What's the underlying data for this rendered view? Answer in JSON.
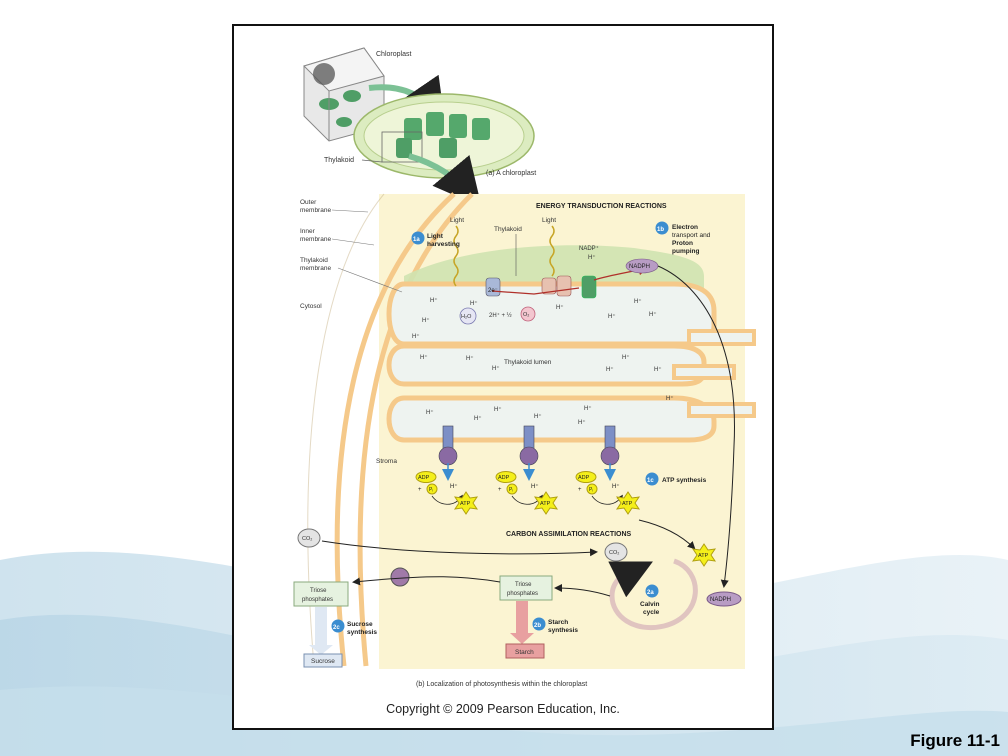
{
  "colors": {
    "stroma": "#fbf4d2",
    "membrane": "#f5c98a",
    "lumen": "#eef3f0",
    "arrow_green": "#7cc195",
    "badge_blue": "#3b8dd0",
    "starch_pink": "#e8a0a0",
    "atp_yellow": "#f4ef1a",
    "nadph_purple": "#b89cc4"
  },
  "labels": {
    "chloroplast": "Chloroplast",
    "thylakoid": "Thylakoid",
    "caption_a": "(a) A chloroplast",
    "outer_membrane_1": "Outer",
    "outer_membrane_2": "membrane",
    "inner_membrane_1": "Inner",
    "inner_membrane_2": "membrane",
    "thylakoid_membrane_1": "Thylakoid",
    "thylakoid_membrane_2": "membrane",
    "cytosol": "Cytosol",
    "stroma": "Stroma",
    "energy_title": "ENERGY TRANSDUCTION REACTIONS",
    "light_left": "Light",
    "light_right": "Light",
    "thylakoid_top": "Thylakoid",
    "badge_1a": "1a",
    "light_harvesting_1": "Light",
    "light_harvesting_2": "harvesting",
    "badge_1b": "1b",
    "electron_transport_1": "Electron",
    "electron_transport_2": "transport and",
    "electron_transport_3": "Proton",
    "electron_transport_4": "pumping",
    "nadp": "NADP⁺",
    "h_plus": "H⁺",
    "nadph": "NADPH",
    "two_e": "2e⁻",
    "h2o": "H₂O",
    "two_h_half": "2H⁺ + ½",
    "o2": "O₂",
    "thylakoid_lumen": "Thylakoid lumen",
    "adp": "ADP",
    "pi": "Pᵢ",
    "atp": "ATP",
    "plus": "+",
    "badge_1c": "1c",
    "atp_synthesis": "ATP synthesis",
    "carbon_title": "CARBON ASSIMILATION REACTIONS",
    "co2": "CO₂",
    "triose_1": "Triose",
    "triose_2": "phosphates",
    "badge_2a": "2a",
    "calvin_1": "Calvin",
    "calvin_2": "cycle",
    "badge_2b": "2b",
    "starch_syn_1": "Starch",
    "starch_syn_2": "synthesis",
    "starch": "Starch",
    "badge_2c": "2c",
    "sucrose_syn_1": "Sucrose",
    "sucrose_syn_2": "synthesis",
    "sucrose": "Sucrose",
    "caption_b": "(b) Localization of photosynthesis within the chloroplast"
  },
  "copyright": "Copyright © 2009 Pearson Education, Inc.",
  "figure_label": "Figure 11-1"
}
